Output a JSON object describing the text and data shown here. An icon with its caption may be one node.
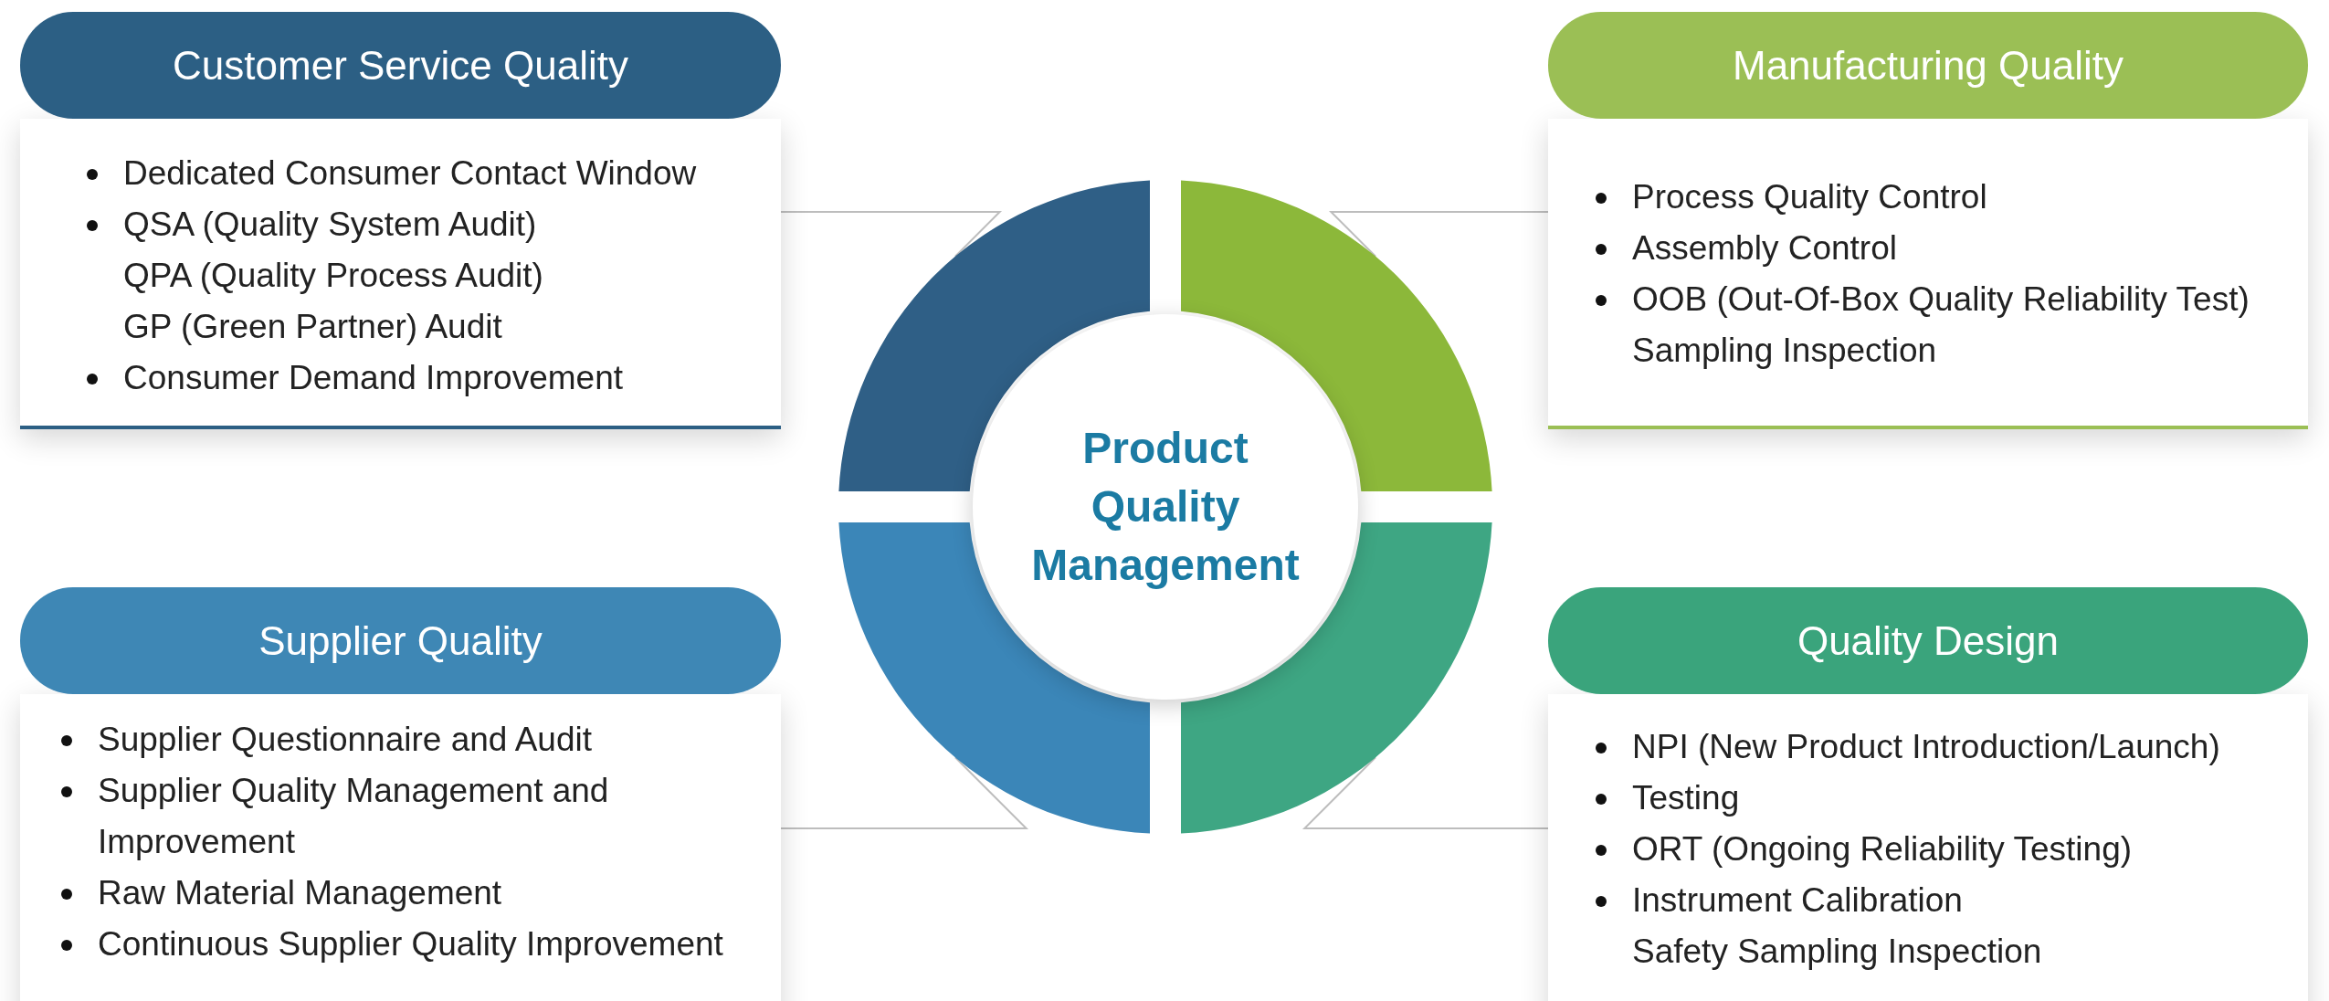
{
  "diagram": {
    "nodes": [
      {
        "text": [
          "Customer Service Quality",
          "Dedicated Consumer Contact Window",
          "QSA (Quality System Audit)",
          "QPA (Quality Process Audit)",
          "GP (Green Partner) Audit",
          "Consumer Demand Improvement"
        ]
      },
      {
        "text": [
          "Manufacturing Quality",
          "Process Quality Control",
          "Assembly Control",
          "OOB (Out-Of-Box Quality Reliability Test)",
          "Sampling Inspection"
        ]
      },
      {
        "text": [],
        "shape": "arc"
      },
      {
        "text": [],
        "shape": "arc"
      },
      {
        "text": [
          "Product Quality Management"
        ]
      },
      {
        "text": [],
        "shape": "arc"
      },
      {
        "text": [],
        "shape": "arc"
      },
      {
        "text": [
          "Supplier Quality",
          "Supplier Questionnaire and Audit",
          "Supplier Quality Management and Improvement",
          "Raw Material Management",
          "Continuous Supplier Quality Improvement"
        ]
      },
      {
        "text": [
          "Quality Design",
          "NPI (New Product Introduction/Launch)",
          "Testing",
          "ORT (Ongoing Reliability Testing)",
          "Instrument Calibration",
          "Safety Sampling Inspection"
        ]
      }
    ],
    "edges": [
      {
        "from": 0,
        "to": 2,
        "arrow": "none"
      },
      {
        "from": 1,
        "to": 3,
        "arrow": "none"
      },
      {
        "from": 7,
        "to": 5,
        "arrow": "none"
      },
      {
        "from": 8,
        "to": 6,
        "arrow": "none"
      }
    ]
  }
}
